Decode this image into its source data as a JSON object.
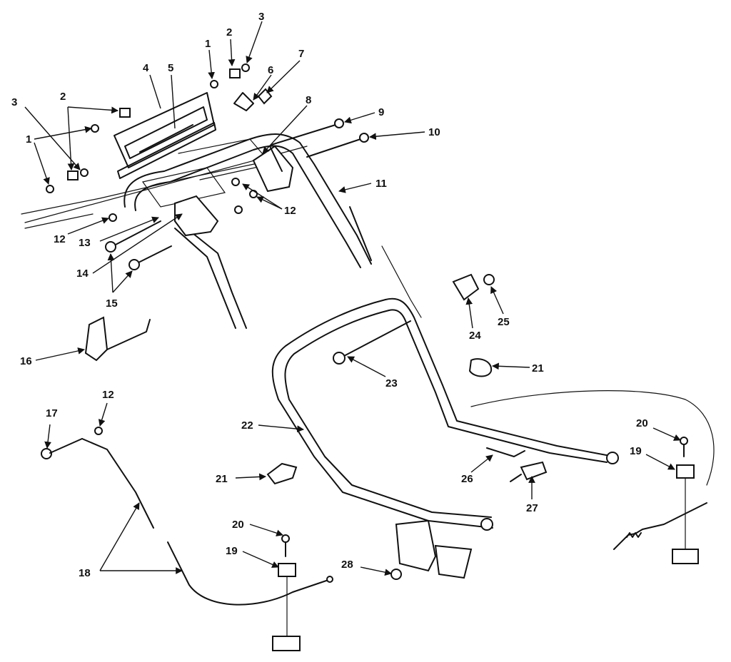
{
  "callouts": {
    "c1a": "1",
    "c1b": "1",
    "c2a": "2",
    "c2b": "2",
    "c3a": "3",
    "c3b": "3",
    "c4": "4",
    "c5": "5",
    "c6": "6",
    "c7": "7",
    "c8": "8",
    "c9": "9",
    "c10": "10",
    "c11": "11",
    "c12a": "12",
    "c12b": "12",
    "c12c": "12",
    "c13": "13",
    "c14": "14",
    "c15": "15",
    "c16": "16",
    "c17": "17",
    "c18": "18",
    "c19a": "19",
    "c19b": "19",
    "c20a": "20",
    "c20b": "20",
    "c21a": "21",
    "c21b": "21",
    "c22": "22",
    "c23": "23",
    "c24": "24",
    "c25": "25",
    "c26": "26",
    "c27": "27",
    "c28": "28"
  }
}
